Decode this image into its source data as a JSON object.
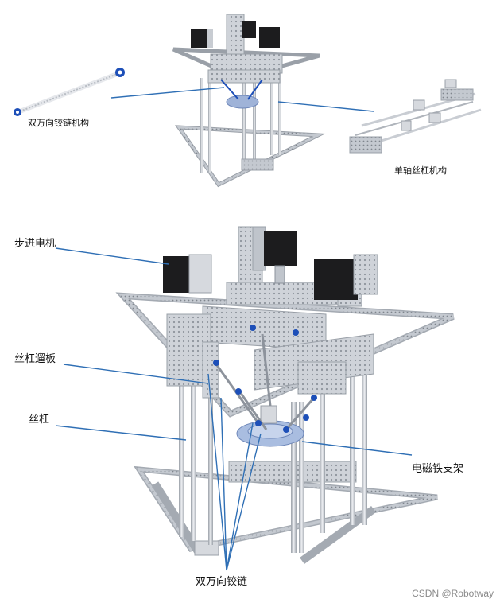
{
  "labels": {
    "top_left_inset": "双万向铰链机构",
    "top_right_inset": "单轴丝杠机构",
    "stepper_motor": "步进电机",
    "lead_screw_nut_plate": "丝杠遛板",
    "lead_screw": "丝杠",
    "electromagnet_bracket": "电磁铁支架",
    "double_universal_joint": "双万向铰链"
  },
  "watermark": "CSDN @Robotway",
  "colors": {
    "callout_line": "#2f6fb5",
    "metal_light": "#d8dbe0",
    "metal_mid": "#b7bcc4",
    "metal_dark": "#8d939c",
    "motor_black": "#1c1c1e",
    "joint_blue": "#1d4fb8"
  }
}
